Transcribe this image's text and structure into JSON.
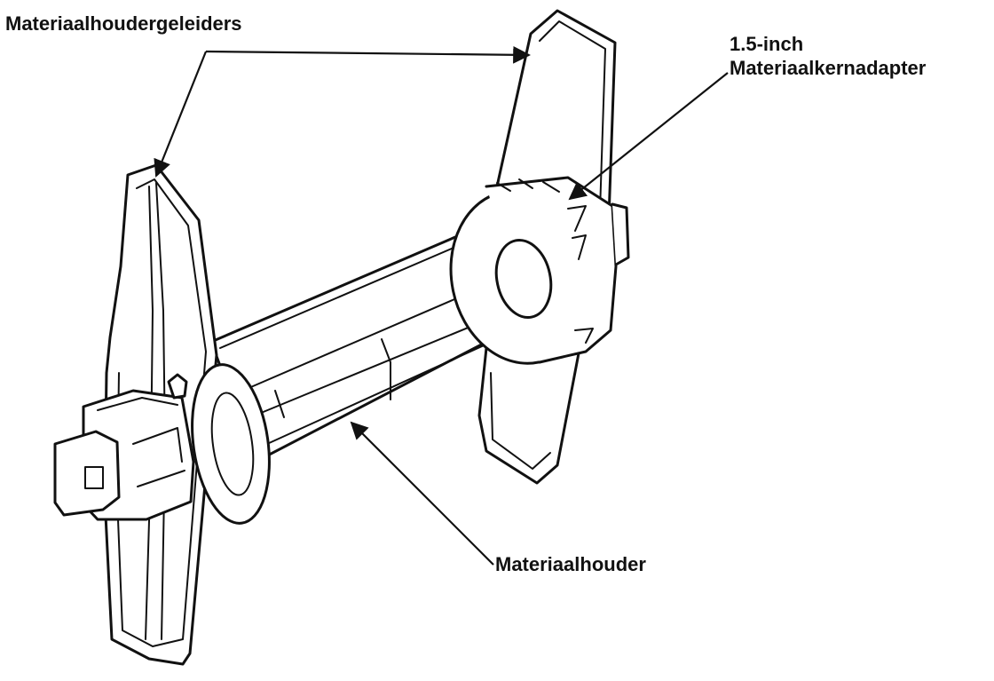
{
  "labels": {
    "guides": "Materiaalhoudergeleiders",
    "adapter_line1": "1.5-inch",
    "adapter_line2": "Materiaalkernadapter",
    "holder": "Materiaalhouder"
  },
  "colors": {
    "ink": "#111111",
    "background": "#ffffff"
  }
}
